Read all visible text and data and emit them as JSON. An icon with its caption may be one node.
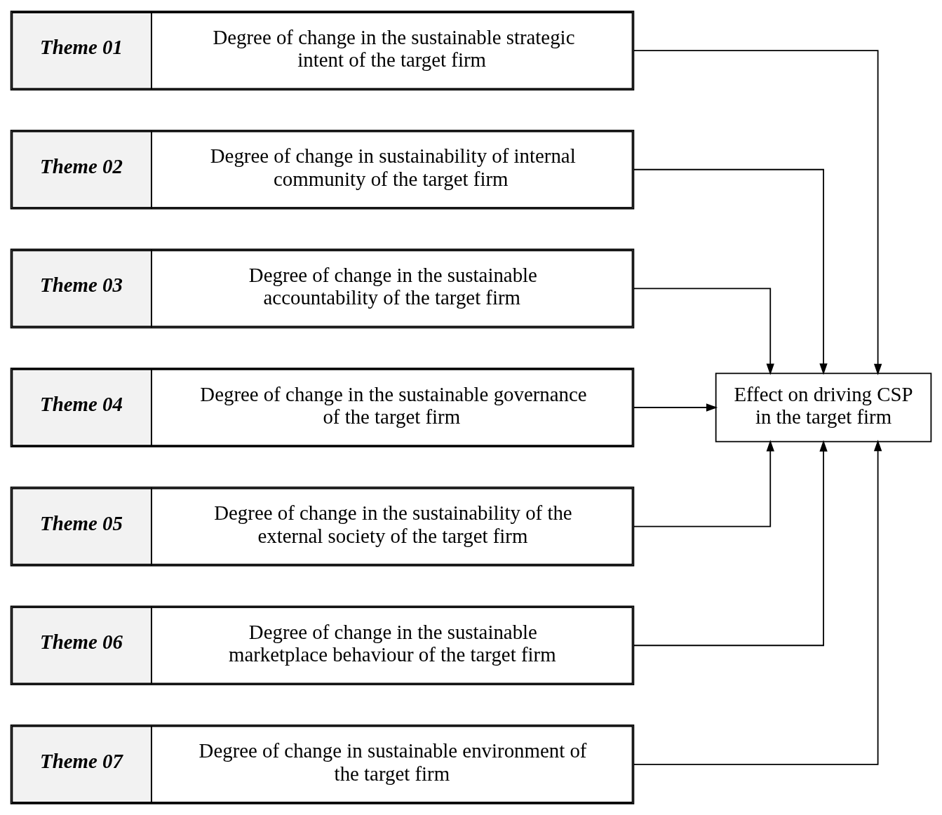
{
  "diagram": {
    "nodes": [
      {
        "text": [
          "Theme 01",
          "Degree of change in the sustainable strategic intent of the target firm"
        ]
      },
      {
        "text": [
          "Theme 02",
          "Degree of change in sustainability of internal community of the target firm"
        ]
      },
      {
        "text": [
          "Theme 03",
          "Degree of change in the sustainable accountability of the target firm"
        ]
      },
      {
        "text": [
          "Theme 04",
          "Degree of change in the sustainable governance of the target firm"
        ]
      },
      {
        "text": [
          "Theme 05",
          "Degree of change in the sustainability of the external society of the target firm"
        ]
      },
      {
        "text": [
          "Theme 06",
          "Degree of change in the sustainable marketplace behaviour of the target firm"
        ]
      },
      {
        "text": [
          "Theme 07",
          "Degree of change in sustainable environment of the target firm"
        ]
      },
      {
        "text": [
          "Effect on driving CSP in the target firm"
        ]
      }
    ],
    "edges": [
      {
        "from": 0,
        "to": 7,
        "arrow": "to"
      },
      {
        "from": 1,
        "to": 7,
        "arrow": "to"
      },
      {
        "from": 2,
        "to": 7,
        "arrow": "to"
      },
      {
        "from": 3,
        "to": 7,
        "arrow": "to"
      },
      {
        "from": 4,
        "to": 7,
        "arrow": "to"
      },
      {
        "from": 5,
        "to": 7,
        "arrow": "to"
      },
      {
        "from": 6,
        "to": 7,
        "arrow": "to"
      }
    ]
  }
}
